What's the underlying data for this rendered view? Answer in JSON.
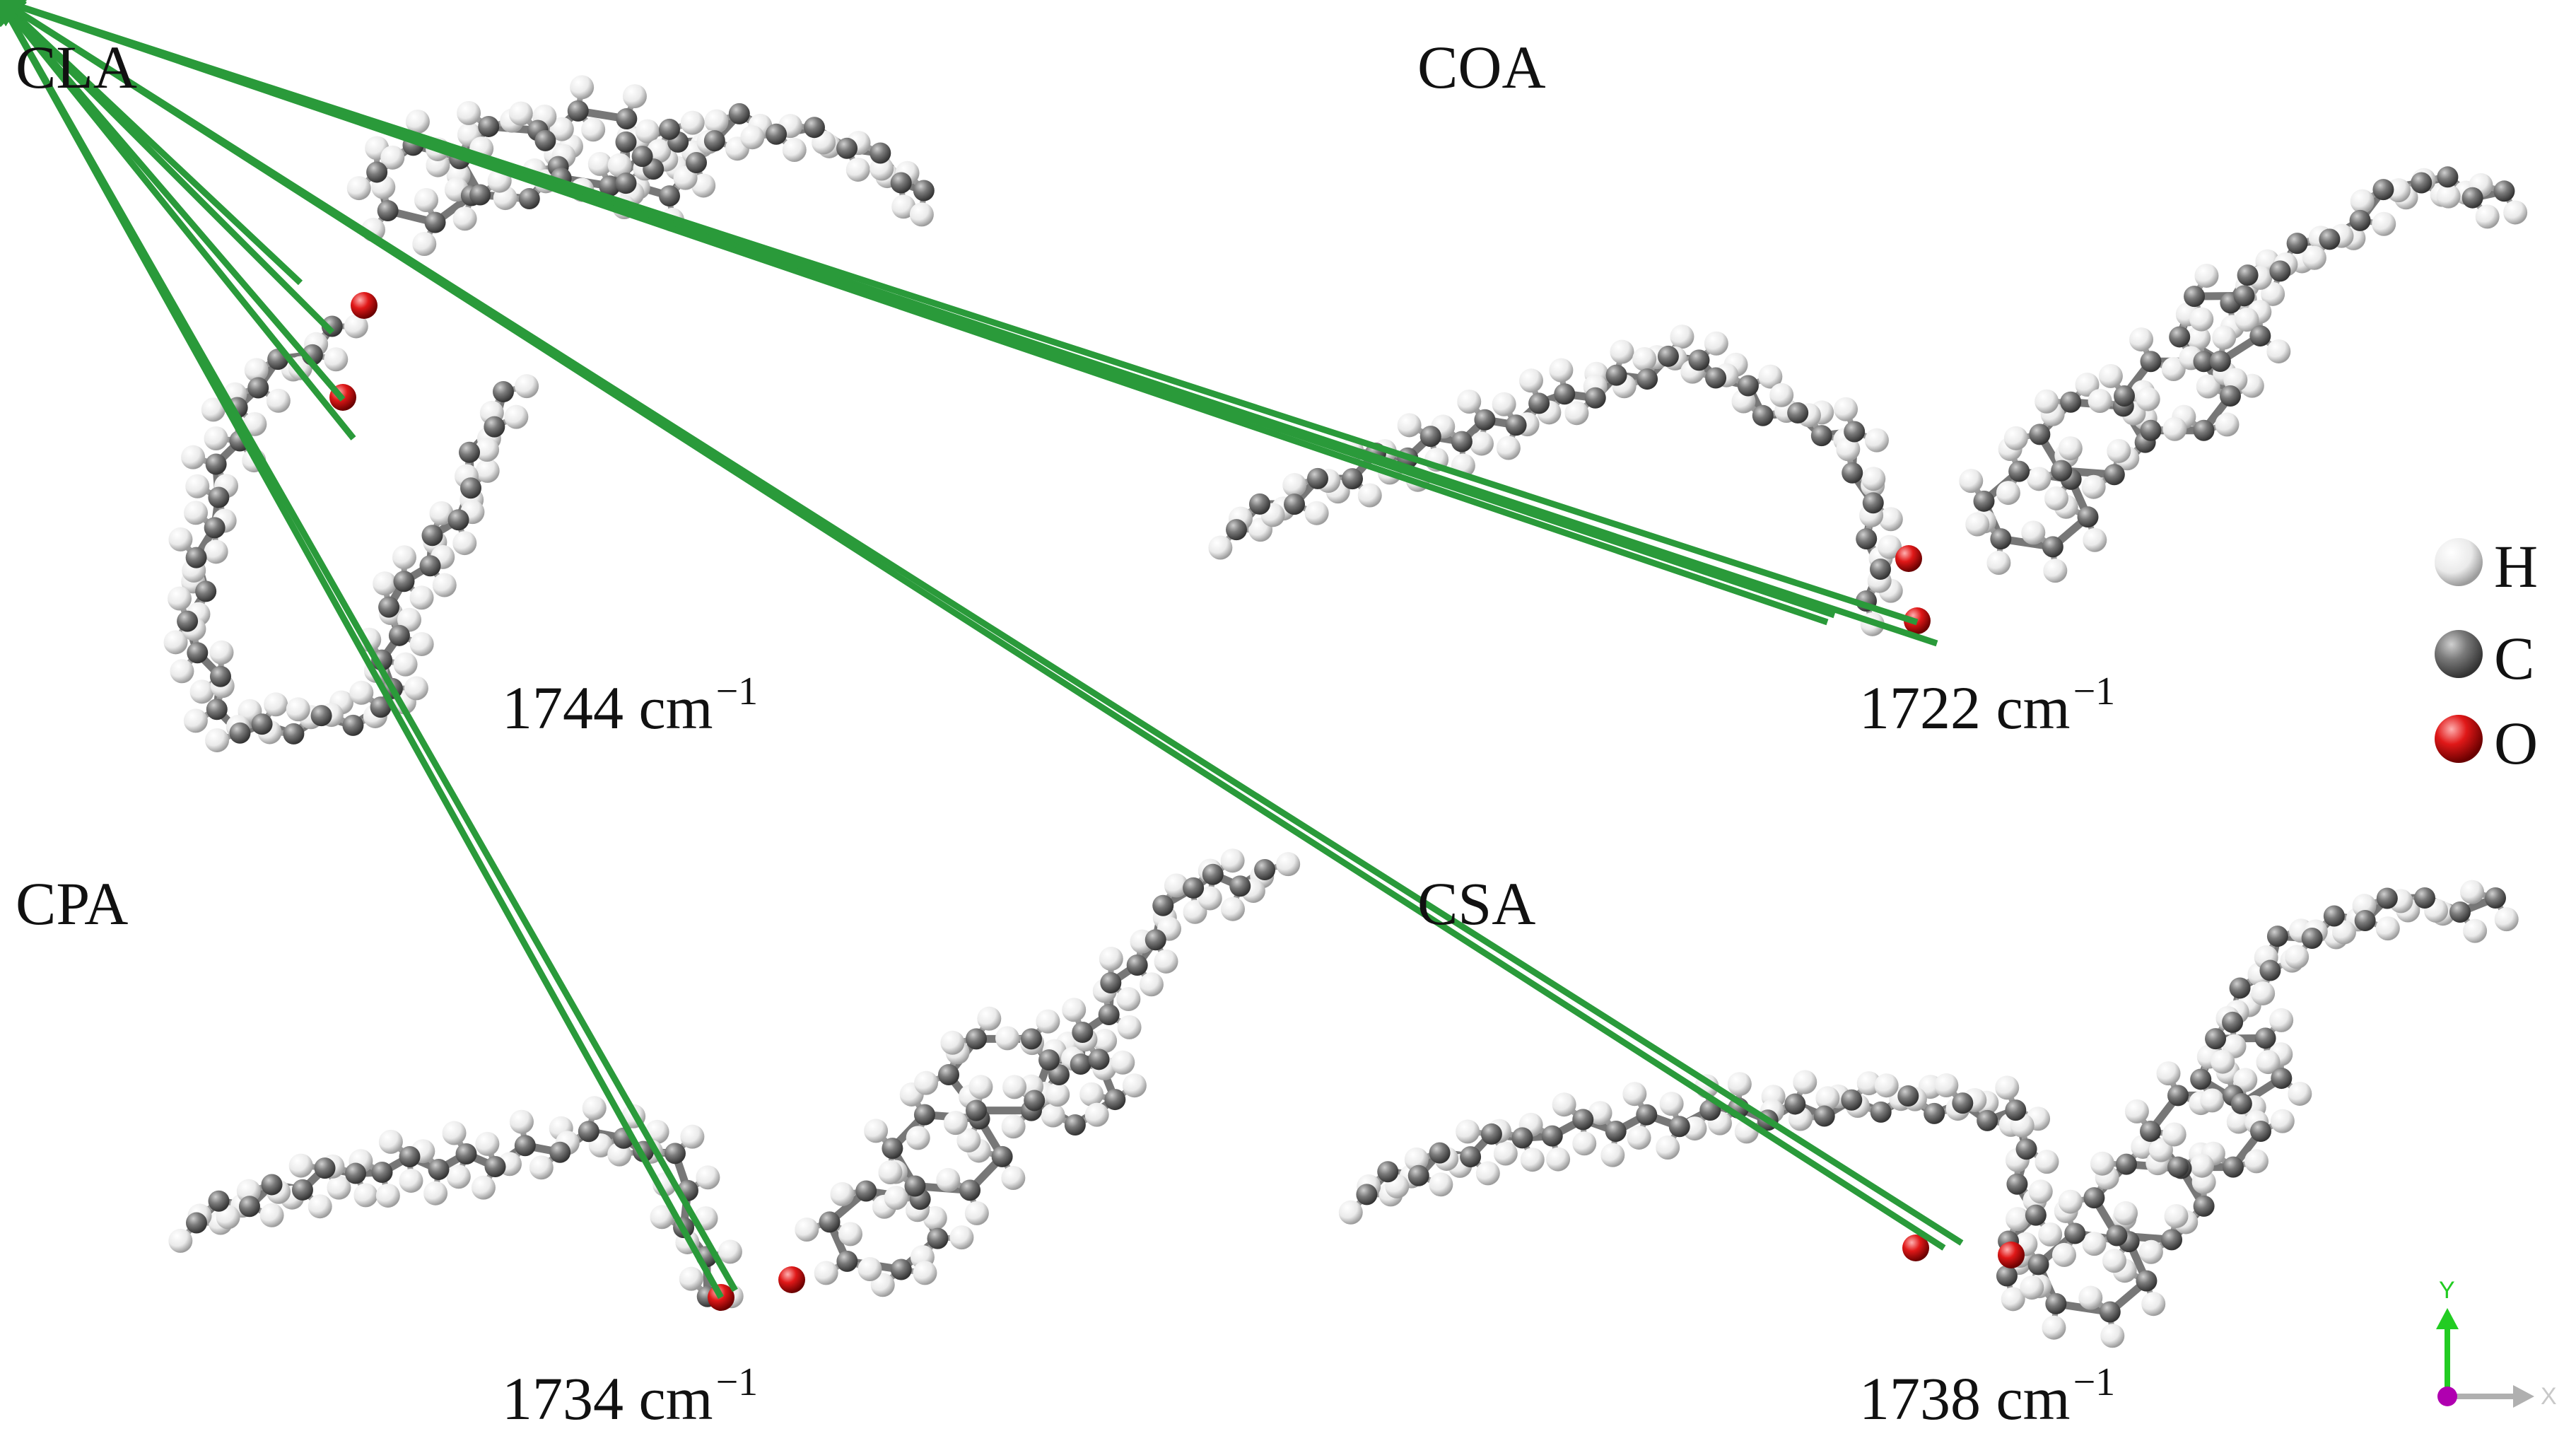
{
  "panels": [
    {
      "id": "CLA",
      "label": "CLA",
      "frequency": "1744",
      "unit": "cm",
      "exponent": "−1"
    },
    {
      "id": "COA",
      "label": "COA",
      "frequency": "1722",
      "unit": "cm",
      "exponent": "−1"
    },
    {
      "id": "CPA",
      "label": "CPA",
      "frequency": "1734",
      "unit": "cm",
      "exponent": "−1"
    },
    {
      "id": "CSA",
      "label": "CSA",
      "frequency": "1738",
      "unit": "cm",
      "exponent": "−1"
    }
  ],
  "legend": [
    {
      "symbol": "H",
      "color": "#f2f2f2"
    },
    {
      "symbol": "C",
      "color": "#6e6e6e"
    },
    {
      "symbol": "O",
      "color": "#e01818"
    }
  ],
  "axis_triad": {
    "y": "Y",
    "x": "X",
    "y_color": "#22cc22",
    "z_color": "#b000b0",
    "x_color": "#b0b0b0"
  },
  "colors": {
    "hydrogen": "#f2f2f2",
    "carbon": "#6e6e6e",
    "oxygen": "#e01818",
    "vector": "#2a9a3a",
    "bond": "#7a7a7a"
  }
}
